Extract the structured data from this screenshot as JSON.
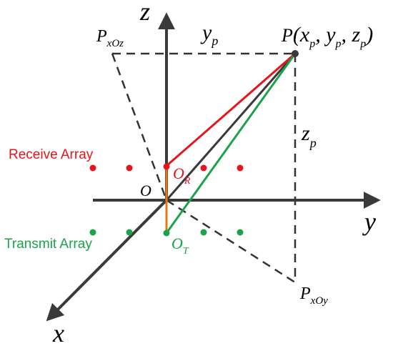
{
  "axes": {
    "x": "x",
    "y": "y",
    "z": "z",
    "origin": "O"
  },
  "labels": {
    "point": "P",
    "point_coords": "(x",
    "p_xp_sub": "p",
    "p_comma1": ", y",
    "p_yp_sub": "p",
    "p_comma2": ", z",
    "p_zp_sub": "p",
    "p_close": ")",
    "yp": "y",
    "yp_sub": "p",
    "zp": "z",
    "zp_sub": "p",
    "pxoz": "P",
    "pxoz_sub": "xOz",
    "pxoy": "P",
    "pxoy_sub": "xOy",
    "or": "O",
    "or_sub": "R",
    "ot": "O",
    "ot_sub": "T",
    "receive_array": "Receive Array",
    "transmit_array": "Transmit Array"
  },
  "colors": {
    "axis": "#3a3a3a",
    "receive": "#e8141b",
    "transmit": "#1aa34a",
    "baseline": "#e07a10",
    "dashed": "#333333"
  }
}
